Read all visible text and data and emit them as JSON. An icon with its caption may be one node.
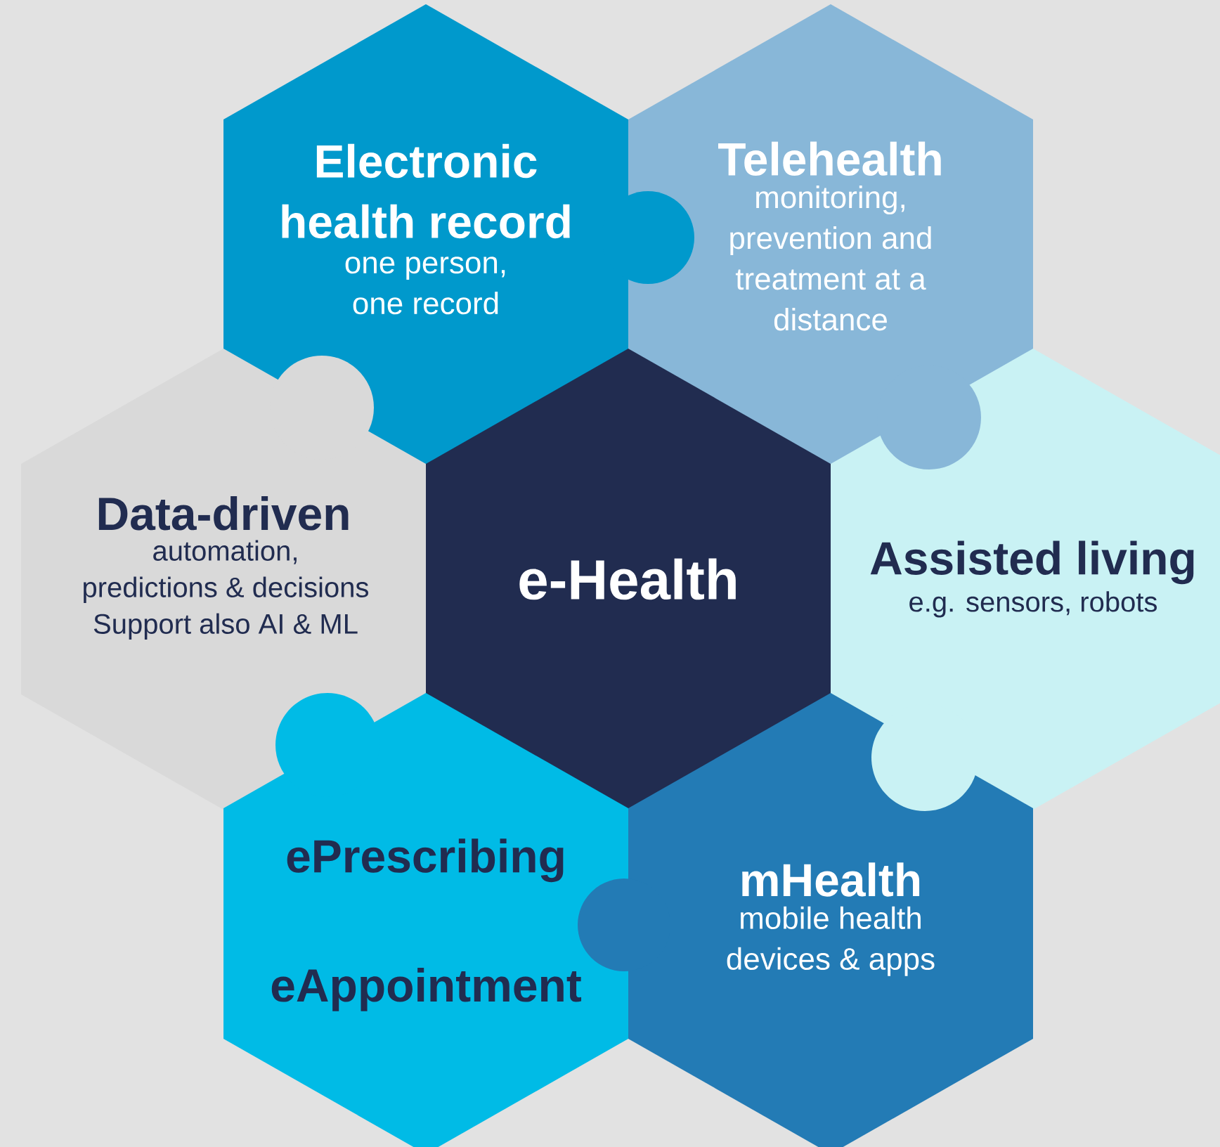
{
  "diagram": {
    "nodes": [
      {
        "text": [
          "Electronic health record",
          "one person, one record"
        ]
      },
      {
        "text": [
          "Telehealth",
          "monitoring, prevention and treatment at a distance"
        ]
      },
      {
        "text": [
          "Data-driven",
          "automation, predictions & decisions Support also AI & ML"
        ]
      },
      {
        "text": [
          "e-Health"
        ]
      },
      {
        "text": [
          "Assisted living",
          "e.g. sensors, robots"
        ]
      },
      {
        "text": [
          "ePrescribing",
          "eAppointment"
        ]
      },
      {
        "text": [
          "mHealth",
          "mobile health devices & apps"
        ]
      }
    ]
  }
}
